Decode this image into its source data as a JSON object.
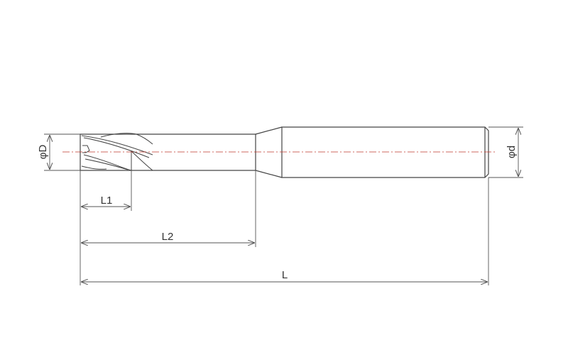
{
  "labels": {
    "phi_D": "φD",
    "phi_d": "φd",
    "L1": "L1",
    "L2": "L2",
    "L": "L"
  },
  "colors": {
    "outline": "#444444",
    "centerline": "#c0392b",
    "dimension": "#555555"
  }
}
